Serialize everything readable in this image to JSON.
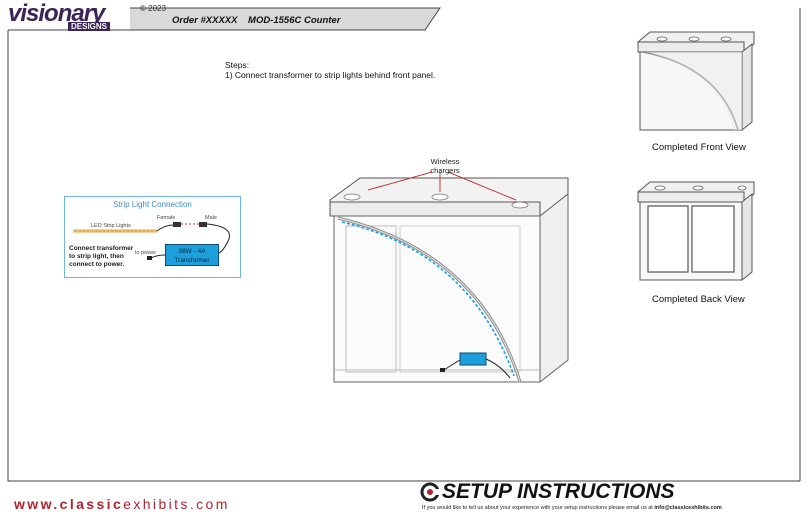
{
  "header": {
    "logo_main": "visionary",
    "logo_sub": "DESIGNS",
    "copyright": "© 2023",
    "order_title": "Order #XXXXX    MOD-1556C Counter"
  },
  "instructions": {
    "steps_heading": "Steps:",
    "step_1": "1) Connect transformer to strip lights behind front panel."
  },
  "views": {
    "front_caption": "Completed Front View",
    "back_caption": "Completed Back View"
  },
  "callouts": {
    "wireless_line1": "Wireless",
    "wireless_line2": "chargers"
  },
  "strip_panel": {
    "title": "Strip Light Connection",
    "led_label": "LED Strip Lights",
    "female_label": "Female",
    "male_label": "Male",
    "to_power": "to power",
    "connect_line1": "Connect transformer",
    "connect_line2": "to strip light, then",
    "connect_line3": "connect to power.",
    "transformer_line1": "98W - 4A",
    "transformer_line2": "Transformer"
  },
  "footer": {
    "url_www": "www.",
    "url_classic": "classic",
    "url_exhibits": "exhibits",
    "url_com": ".com",
    "setup_title": "SETUP INSTRUCTIONS",
    "setup_note_prefix": "If you would like to tell us about your experience with your setup instructions please email us at",
    "setup_email": "info@classicexhibits.com"
  },
  "colors": {
    "brand_purple": "#3a2458",
    "accent_red": "#b0242f",
    "led_blue": "#1d9fdc"
  }
}
